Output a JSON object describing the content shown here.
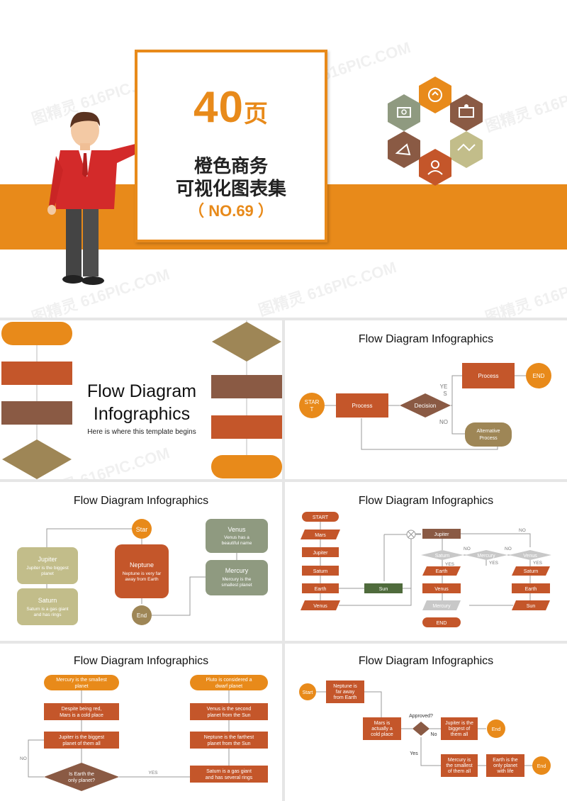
{
  "cover": {
    "big_number": "40",
    "big_unit": "页",
    "line1": "橙色商务",
    "line2": "可视化图表集",
    "no": "（ NO.69 ）"
  },
  "watermark": "图精灵 616PIC.COM",
  "slide2": {
    "title_line1": "Flow Diagram",
    "title_line2": "Infographics",
    "subtitle": "Here is where this template begins"
  },
  "slide3": {
    "title": "Flow Diagram Infographics",
    "start": "STAR",
    "start2": "T",
    "process1": "Process",
    "decision": "Decision",
    "yes1": "YE",
    "yes2": "S",
    "no": "NO",
    "process2": "Process",
    "end": "END",
    "alt1": "Alternative",
    "alt2": "Process"
  },
  "slide4": {
    "title": "Flow Diagram Infographics",
    "start": "Star",
    "end": "End",
    "jupiter_t": "Jupiter",
    "jupiter_d1": "Jupiter is the biggest",
    "jupiter_d2": "planet",
    "saturn_t": "Saturn",
    "saturn_d1": "Saturn is a gas giant",
    "saturn_d2": "and has rings",
    "neptune_t": "Neptune",
    "neptune_d1": "Neptune is very far",
    "neptune_d2": "away from Earth",
    "venus_t": "Venus",
    "venus_d1": "Venus has a",
    "venus_d2": "beautiful name",
    "mercury_t": "Mercury",
    "mercury_d1": "Mercury is the",
    "mercury_d2": "smallest planet"
  },
  "slide5": {
    "title": "Flow Diagram Infographics",
    "start": "START",
    "col1": [
      "Mars",
      "Jupiter",
      "Saturn",
      "Earth",
      "Venus"
    ],
    "sun_mid": "Sun",
    "col2_top": "Jupiter",
    "d1": "Saturn",
    "d2": "Mercury",
    "d3": "Venus",
    "no": "NO",
    "yes": "YES",
    "col2": [
      "Earth",
      "Venus",
      "Mercury"
    ],
    "end": "END",
    "col4": [
      "Saturn",
      "Earth",
      "Sun"
    ]
  },
  "slide6": {
    "title": "Flow Diagram Infographics",
    "l1a": "Mercury is the smallest",
    "l1b": "planet",
    "l2a": "Despite being red,",
    "l2b": "Mars is a cold place",
    "l3a": "Jupiter is the biggest",
    "l3b": "planet of them all",
    "l4a": "Is Earth the",
    "l4b": "only planet?",
    "r1a": "Pluto is considered a",
    "r1b": "dwarf planet",
    "r2a": "Venus is the second",
    "r2b": "planet from the Sun",
    "r3a": "Neptune is the farthest",
    "r3b": "planet from the Sun",
    "r4a": "Saturn is a gas giant",
    "r4b": "and has several rings",
    "no": "NO",
    "yes": "YES"
  },
  "slide7": {
    "title": "Flow Diagram Infographics",
    "start": "Start",
    "n1a": "Neptune is",
    "n1b": "far away",
    "n1c": "from Earth",
    "m1a": "Mars is",
    "m1b": "actually a",
    "m1c": "cold place",
    "approved": "Approved?",
    "no": "No",
    "yes": "Yes",
    "j1a": "Jupiter is the",
    "j1b": "biggest of",
    "j1c": "them all",
    "end1": "End",
    "me1a": "Mercury is",
    "me1b": "the smallest",
    "me1c": "of them all",
    "e1a": "Earth is the",
    "e1b": "only planet",
    "e1c": "with life",
    "end2": "End"
  },
  "colors": {
    "orange": "#e88a1a",
    "rust": "#c4562a",
    "brown": "#8a5a44",
    "khaki": "#9e8656",
    "sage": "#8f9a80",
    "olive": "#c2bd8a",
    "green": "#4f6b3c"
  }
}
